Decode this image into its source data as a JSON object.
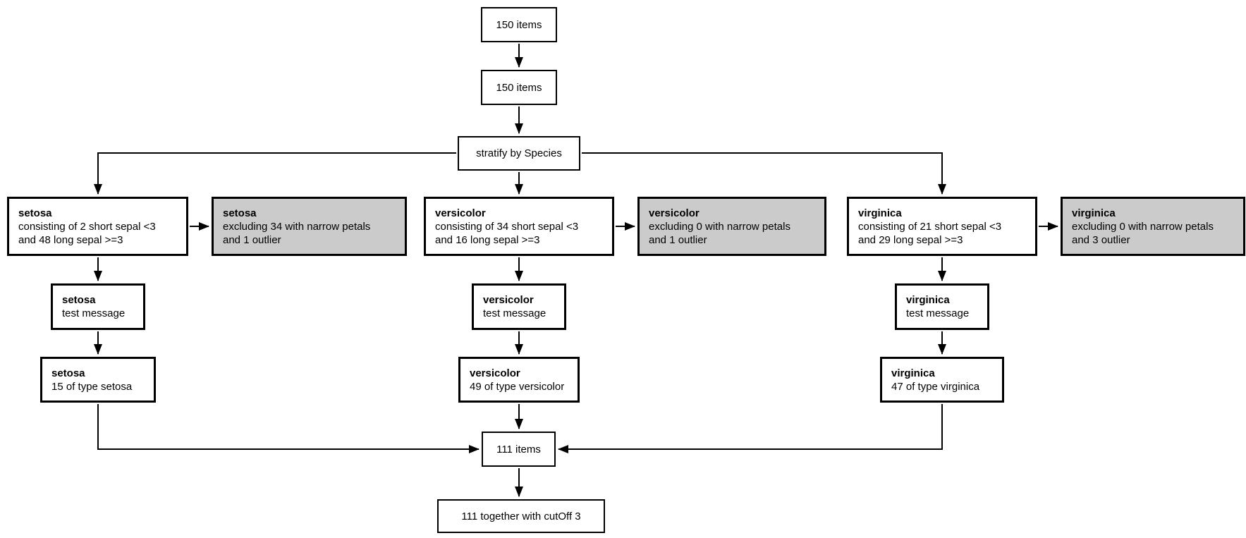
{
  "colors": {
    "border": "#000000",
    "node_fill": "#ffffff",
    "excluded_fill": "#cbcbcb",
    "text": "#000000",
    "background": "#ffffff"
  },
  "nodes": {
    "source": {
      "label": "150 items"
    },
    "filtered": {
      "label": "150 items"
    },
    "stratify": {
      "label": "stratify by Species"
    },
    "merge": {
      "label": "111 items"
    },
    "final": {
      "label": "111 together with cutOff 3"
    }
  },
  "branches": [
    {
      "name": "setosa",
      "main": {
        "title": "setosa",
        "lines": [
          "consisting of 2 short sepal <3",
          "and 48 long sepal >=3"
        ]
      },
      "excluded": {
        "title": "setosa",
        "lines": [
          "excluding 34 with narrow petals",
          "and 1 outlier"
        ]
      },
      "test": {
        "title": "setosa",
        "lines": [
          "test message"
        ]
      },
      "count": {
        "title": "setosa",
        "lines": [
          "15 of type setosa"
        ]
      }
    },
    {
      "name": "versicolor",
      "main": {
        "title": "versicolor",
        "lines": [
          "consisting of 34 short sepal <3",
          "and 16 long sepal >=3"
        ]
      },
      "excluded": {
        "title": "versicolor",
        "lines": [
          "excluding 0 with narrow petals",
          "and 1 outlier"
        ]
      },
      "test": {
        "title": "versicolor",
        "lines": [
          "test message"
        ]
      },
      "count": {
        "title": "versicolor",
        "lines": [
          "49 of type versicolor"
        ]
      }
    },
    {
      "name": "virginica",
      "main": {
        "title": "virginica",
        "lines": [
          "consisting of 21 short sepal <3",
          "and 29 long sepal >=3"
        ]
      },
      "excluded": {
        "title": "virginica",
        "lines": [
          "excluding 0 with narrow petals",
          "and 3 outlier"
        ]
      },
      "test": {
        "title": "virginica",
        "lines": [
          "test message"
        ]
      },
      "count": {
        "title": "virginica",
        "lines": [
          "47 of type virginica"
        ]
      }
    }
  ]
}
